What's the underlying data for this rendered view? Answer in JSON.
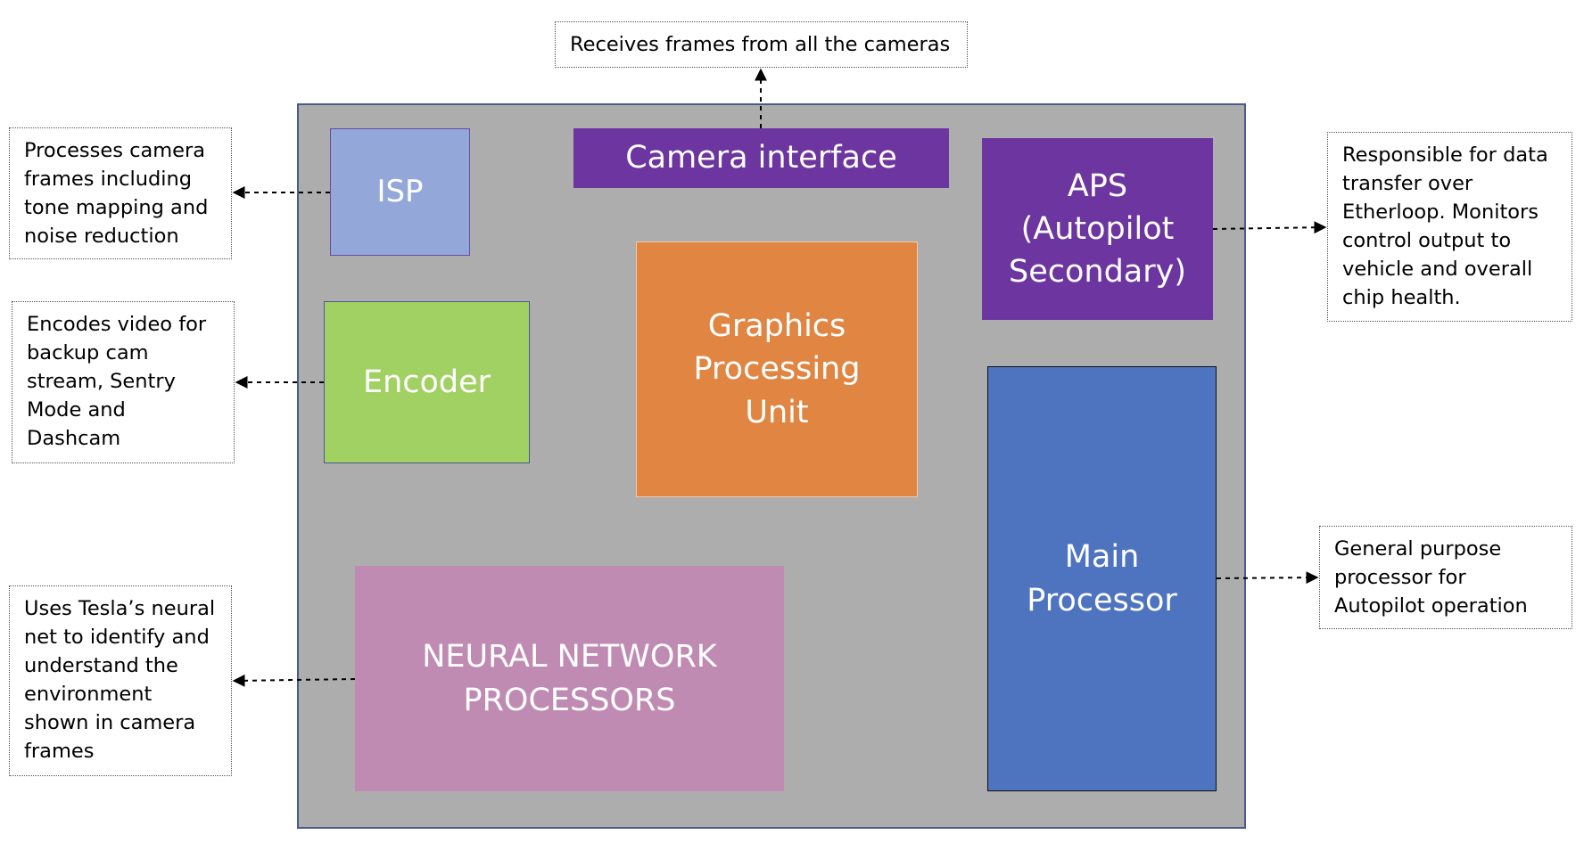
{
  "blocks": {
    "isp": {
      "label": "ISP",
      "color": "#93a8d8"
    },
    "camera_interface": {
      "label": "Camera interface",
      "color": "#6c359f"
    },
    "aps": {
      "label": "APS\n(Autopilot\nSecondary)",
      "color": "#6c359f"
    },
    "encoder": {
      "label": "Encoder",
      "color": "#a2d163"
    },
    "gpu": {
      "label": "Graphics\nProcessing\nUnit",
      "color": "#e08542"
    },
    "main_processor": {
      "label": "Main\nProcessor",
      "color": "#4e74c0"
    },
    "neural_network": {
      "label": "NEURAL NETWORK\nPROCESSORS",
      "color": "#c08bb2"
    }
  },
  "notes": {
    "camera_interface": "Receives frames from all the cameras",
    "isp": "Processes camera\nframes including\ntone mapping and\nnoise reduction",
    "encoder": "Encodes video for\nbackup cam\nstream, Sentry\nMode and\nDashcam",
    "neural_network": "Uses Tesla’s neural\nnet to identify and\nunderstand the\nenvironment\nshown in camera\nframes",
    "aps": "Responsible for data\ntransfer over\nEtherloop. Monitors\ncontrol output to\nvehicle and overall\nchip health.",
    "main_processor": "General purpose\nprocessor for\nAutopilot operation"
  }
}
